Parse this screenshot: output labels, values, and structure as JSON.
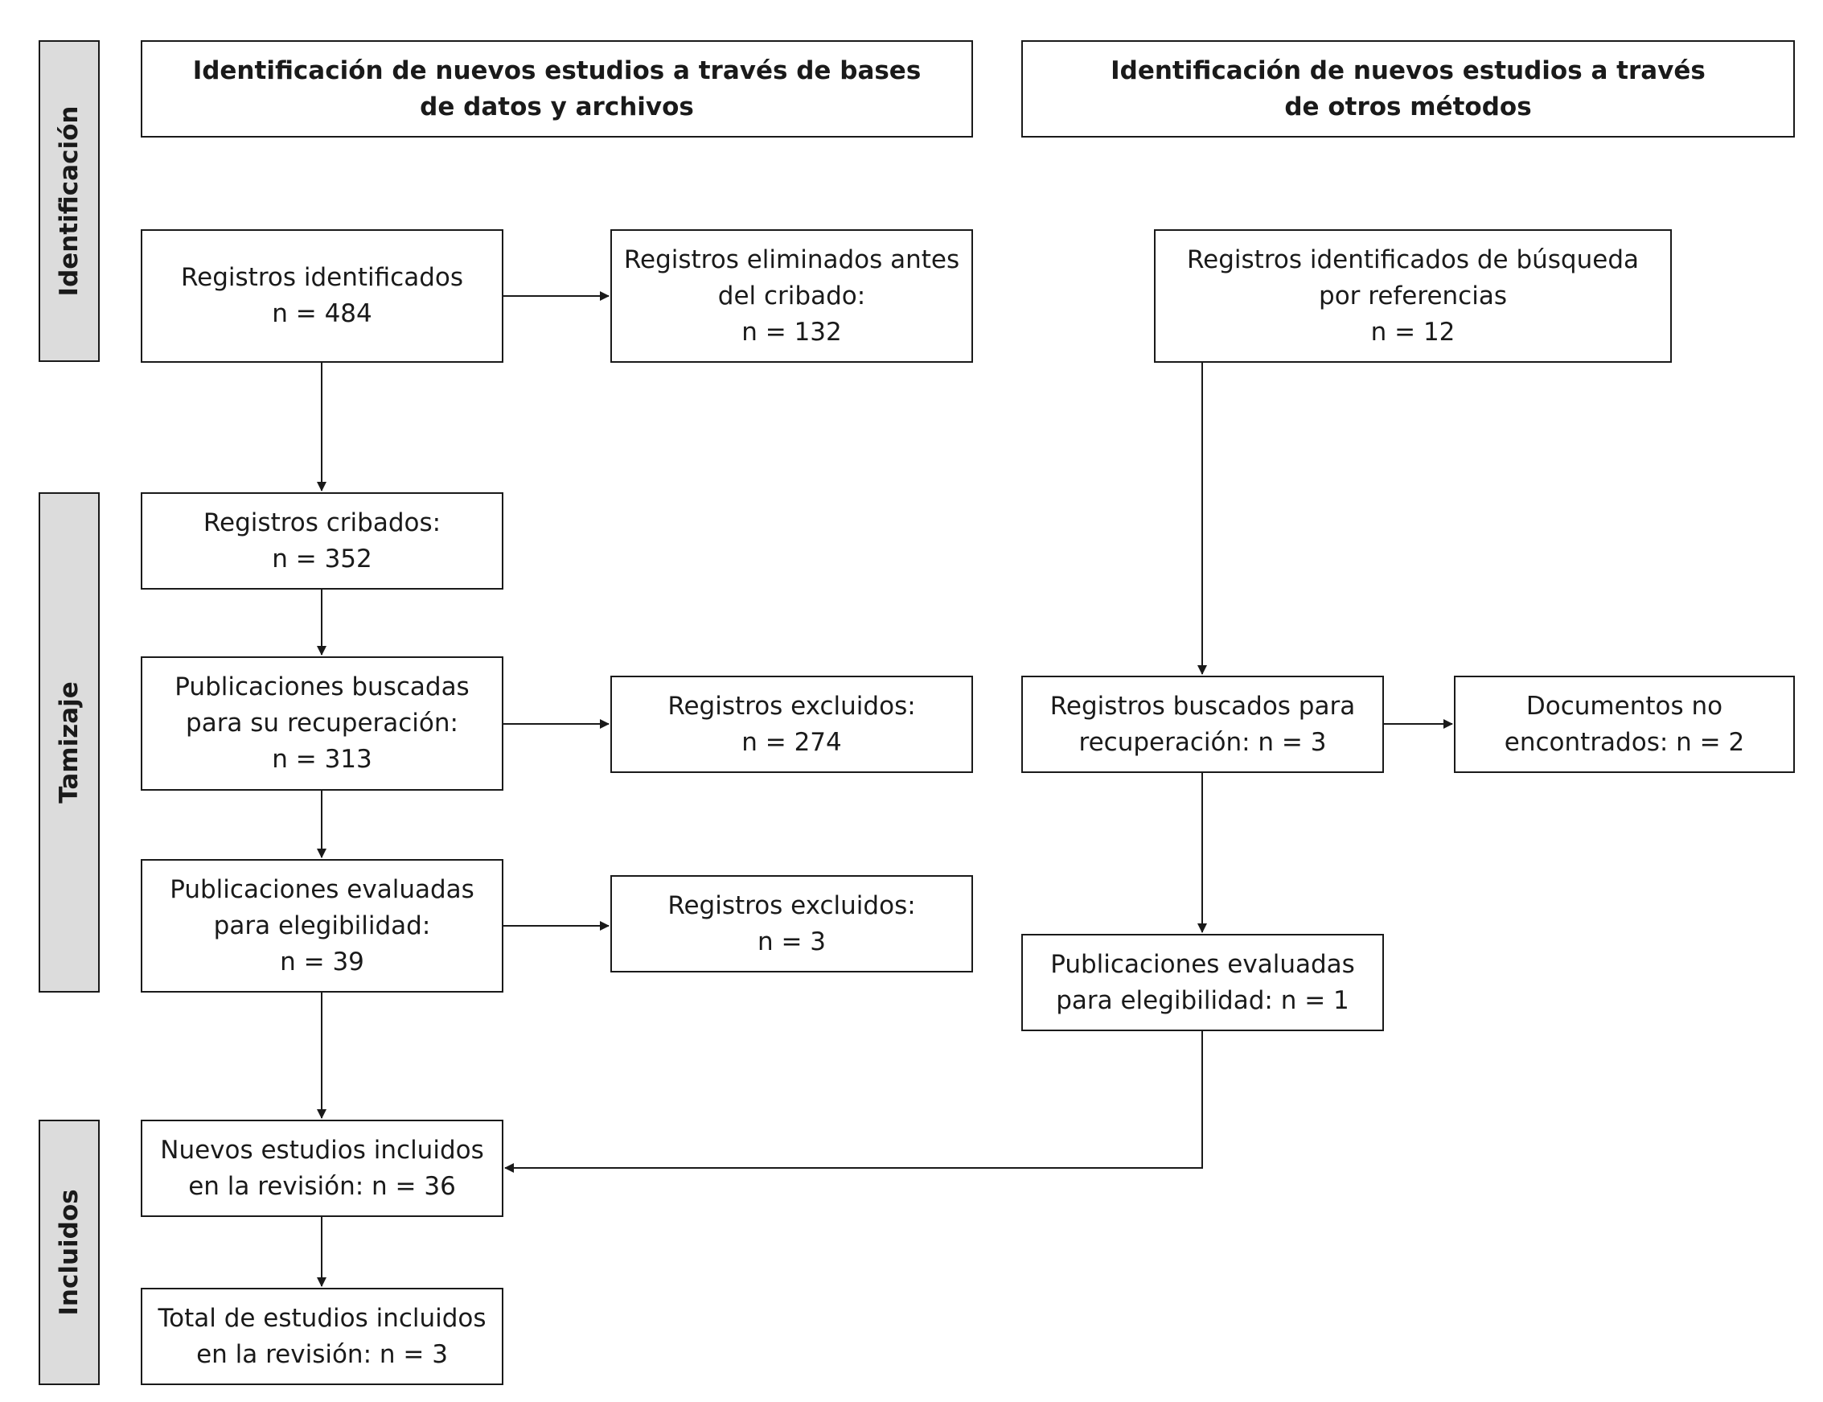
{
  "phases": {
    "identificacion": "Identificación",
    "tamizaje": "Tamizaje",
    "incluidos": "Incluidos"
  },
  "headers": {
    "left": [
      "Identificación de nuevos estudios a través de bases",
      "de datos y archivos"
    ],
    "right": [
      "Identificación de nuevos estudios a través",
      "de otros métodos"
    ]
  },
  "boxes": {
    "registros_identificados": [
      "Registros identificados",
      "n = 484"
    ],
    "registros_eliminados": [
      "Registros eliminados antes",
      "del cribado:",
      "n = 132"
    ],
    "registros_busqueda_referencias": [
      "Registros identificados de búsqueda",
      "por referencias",
      "n = 12"
    ],
    "registros_cribados": [
      "Registros cribados:",
      "n = 352"
    ],
    "publicaciones_buscadas": [
      "Publicaciones buscadas",
      "para su recuperación:",
      "n = 313"
    ],
    "registros_excluidos_274": [
      "Registros excluidos:",
      "n = 274"
    ],
    "registros_buscados_recuperacion": [
      "Registros buscados para",
      "recuperación: n = 3"
    ],
    "documentos_no_encontrados": [
      "Documentos no",
      "encontrados: n = 2"
    ],
    "publicaciones_evaluadas_left": [
      "Publicaciones evaluadas",
      "para elegibilidad:",
      "n = 39"
    ],
    "registros_excluidos_3": [
      "Registros excluidos:",
      "n = 3"
    ],
    "publicaciones_evaluadas_right": [
      "Publicaciones evaluadas",
      "para elegibilidad: n = 1"
    ],
    "nuevos_estudios_incluidos": [
      "Nuevos estudios incluidos",
      "en la revisión: n = 36"
    ],
    "total_estudios_incluidos": [
      "Total de estudios incluidos",
      "en la revisión: n = 3"
    ]
  }
}
